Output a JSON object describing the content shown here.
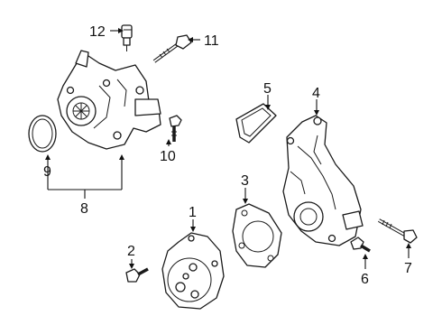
{
  "callouts": {
    "c1": "1",
    "c2": "2",
    "c3": "3",
    "c4": "4",
    "c5": "5",
    "c6": "6",
    "c7": "7",
    "c8": "8",
    "c9": "9",
    "c10": "10",
    "c11": "11",
    "c12": "12"
  },
  "parts": [
    "temperature-sensor",
    "long-bolt",
    "water-pump-housing",
    "o-ring",
    "short-bolt",
    "gasket",
    "timing-cover",
    "pump-gasket",
    "water-pump",
    "pulley-bolt",
    "cover-bolt",
    "stud-bolt"
  ]
}
